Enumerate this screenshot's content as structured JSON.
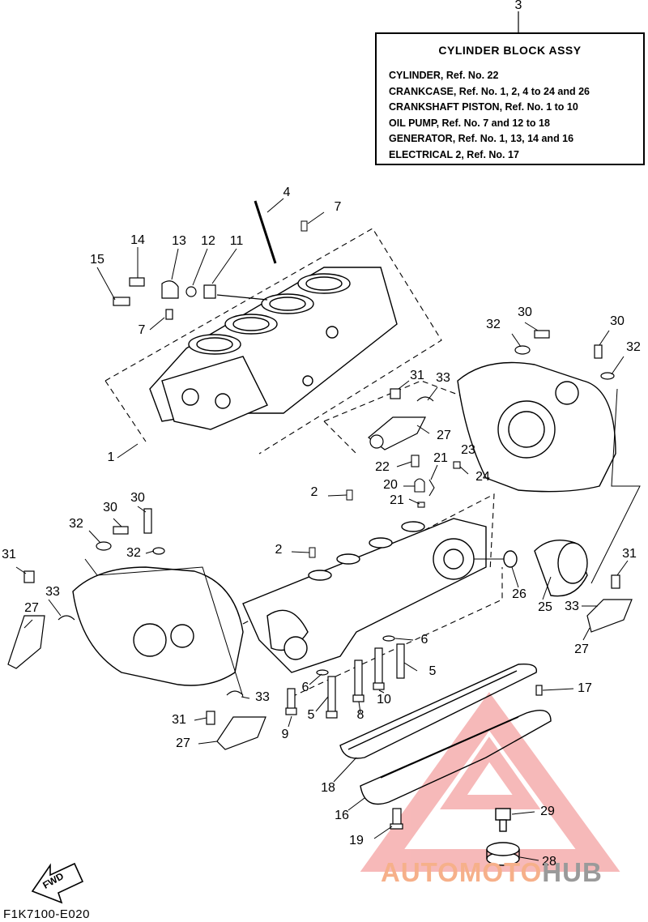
{
  "diagram_number": "3",
  "ref_box": {
    "title": "CYLINDER BLOCK ASSY",
    "lines": [
      "CYLINDER, Ref. No. 22",
      "CRANKCASE, Ref. No. 1, 2, 4 to 24 and 26",
      "CRANKSHAFT PISTON, Ref. No. 1 to 10",
      "OIL PUMP, Ref. No. 7 and 12 to 18",
      "GENERATOR, Ref. No. 1, 13, 14 and 16",
      "ELECTRICAL 2, Ref. No. 17"
    ]
  },
  "callouts": [
    "4",
    "7",
    "14",
    "13",
    "12",
    "11",
    "15",
    "7",
    "30",
    "32",
    "30",
    "32",
    "31",
    "33",
    "27",
    "1",
    "22",
    "21",
    "23",
    "20",
    "24",
    "2",
    "21",
    "30",
    "32",
    "30",
    "32",
    "2",
    "31",
    "33",
    "27",
    "26",
    "25",
    "33",
    "31",
    "27",
    "6",
    "5",
    "6",
    "10",
    "8",
    "9",
    "5",
    "17",
    "33",
    "31",
    "27",
    "18",
    "16",
    "29",
    "19",
    "28"
  ],
  "fwd_label": "FWD",
  "diagram_code": "F1K7100-E020",
  "watermark": {
    "part1": "AUTOMOTO",
    "part2": "HUB",
    "color1": "#f6b08a",
    "color2": "#9a9a9a",
    "logo_color": "#f08080"
  }
}
